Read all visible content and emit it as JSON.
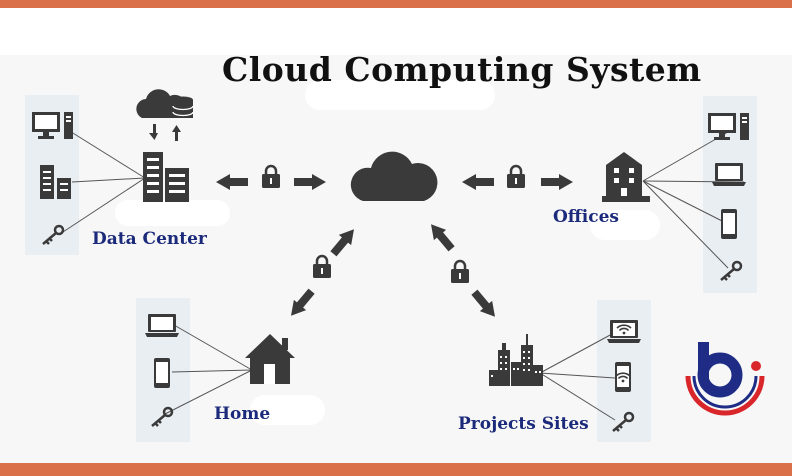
{
  "title": "Cloud Computing System",
  "nodes": {
    "data_center": {
      "label": "Data Center"
    },
    "offices": {
      "label": "Offices"
    },
    "home": {
      "label": "Home"
    },
    "projects_sites": {
      "label": "Projects Sites"
    }
  },
  "colors": {
    "accent_bar": "#d9704a",
    "label_text": "#1b2a7a",
    "icon_fill": "#3a3a3a",
    "logo_blue": "#1e2c86",
    "logo_red": "#d9262b"
  },
  "icons": [
    "monitor-icon",
    "server-icon",
    "key-icon",
    "building-icon",
    "cloud-icon",
    "lock-icon",
    "laptop-icon",
    "phone-icon",
    "house-icon",
    "city-icon",
    "wifi-laptop-icon",
    "wifi-phone-icon",
    "database-icon",
    "logo-icon"
  ]
}
